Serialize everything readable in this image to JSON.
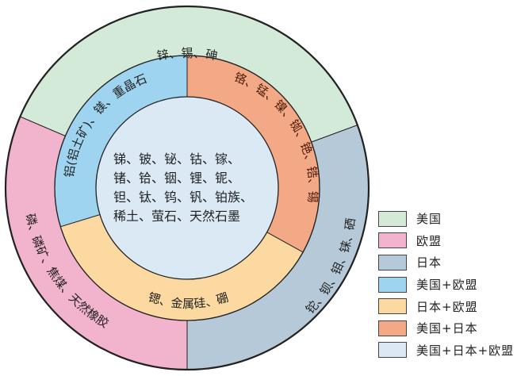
{
  "colors": {
    "us": "#d3ead8",
    "eu": "#f2b3cd",
    "jp": "#b5c9d8",
    "us_eu": "#9fd4f0",
    "jp_eu": "#fbd9a0",
    "us_jp": "#f4a986",
    "all": "#dbe9f5"
  },
  "outer_ring": {
    "us": "锌、锡、砷",
    "eu": "磷、磷矿、焦煤、天然橡胶",
    "jp": "铊、钡、钼、铼、硒"
  },
  "middle_ring": {
    "us_eu": "铝(铝土矿)、镁、重晶石",
    "us_jp": "铬、锰、镍、铷、铯、锆、锡",
    "jp_eu": "锶、金属硅、硼"
  },
  "center": {
    "lines": [
      "锑、铍、铋、钴、镓、",
      "锗、铪、铟、锂、铌、",
      "钽、钛、钨、钒、铂族、",
      "稀土、萤石、天然石墨"
    ]
  },
  "legend": {
    "items": [
      {
        "label": "美国",
        "key": "us"
      },
      {
        "label": "欧盟",
        "key": "eu"
      },
      {
        "label": "日本",
        "key": "jp"
      },
      {
        "label": "美国+欧盟",
        "key": "us_eu"
      },
      {
        "label": "日本+欧盟",
        "key": "jp_eu"
      },
      {
        "label": "美国+日本",
        "key": "us_jp"
      },
      {
        "label": "美国+日本+欧盟",
        "key": "all"
      }
    ]
  }
}
